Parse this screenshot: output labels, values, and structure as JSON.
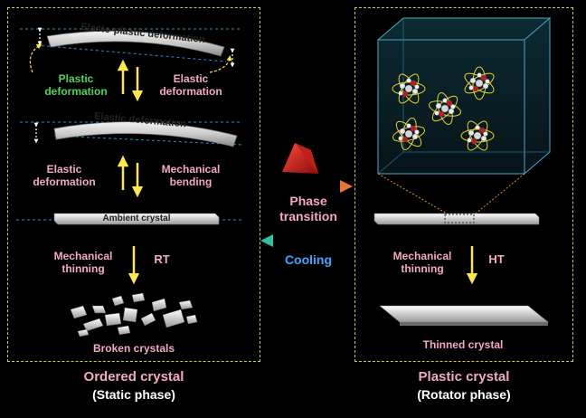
{
  "left": {
    "top_beam_label": "Elasto-plastic deformation",
    "plastic_label": [
      "Plastic",
      "deformation"
    ],
    "elastic_top_label": [
      "Elastic",
      "deformation"
    ],
    "middle_beam_label": "Elastic deformation",
    "elastic_left_label": [
      "Elastic",
      "deformation"
    ],
    "mech_bending_label": [
      "Mechanical",
      "bending"
    ],
    "ambient_label": "Ambient crystal",
    "mech_thinning_label": [
      "Mechanical",
      "thinning"
    ],
    "rt_label": "RT",
    "broken_label": "Broken crystals",
    "caption_main": "Ordered crystal",
    "caption_sub": "(Static phase)"
  },
  "center": {
    "phase_label": [
      "Phase",
      "transition"
    ],
    "cooling_label": "Cooling"
  },
  "right": {
    "mech_thinning_label": [
      "Mechanical",
      "thinning"
    ],
    "ht_label": "HT",
    "thinned_label": "Thinned crystal",
    "caption_main": "Plastic crystal",
    "caption_sub": "(Rotator phase)"
  },
  "colors": {
    "panel_border": "#c9c94a",
    "pink": "#f3a8c8",
    "green": "#4fd35a",
    "blue": "#3aa6ff",
    "arrow_yellow": "#ffe84a",
    "hot_arrow": "#e8743a",
    "cool_arrow": "#2fc0a0"
  }
}
